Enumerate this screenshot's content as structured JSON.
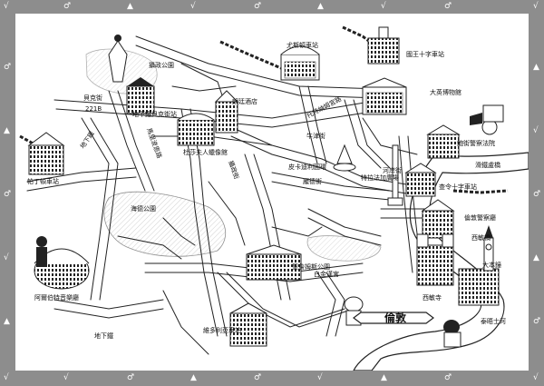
{
  "map": {
    "title": "倫敦",
    "labels": {
      "regents_park": "攝政公園",
      "euston": "尤斯頓車站",
      "kings_cross": "國王十字車站",
      "baker_street": "貝克街",
      "baker_221b": "221B",
      "baker_station": "地下鐵貝克街站",
      "langham": "朗廷酒店",
      "british_museum": "大英博物館",
      "tottenham": "托特納姆宮路",
      "marylebone": "馬里波恩路",
      "oxford": "牛津街",
      "madame_tussauds": "杜莎夫人蠟像館",
      "underground_left": "地下鐵",
      "bow_street": "鮑街警察法院",
      "waterloo_bridge": "滑鐵盧橋",
      "charing_cross": "查令十字車站",
      "piccadilly": "皮卡迪利圓環",
      "trafalgar": "特拉法加廣場",
      "strand": "河岸街",
      "regent": "攝政街",
      "bond": "龐德街",
      "paddington": "帕丁頓車站",
      "hyde_park": "海德公園",
      "scotland_yard": "倫敦警察廳",
      "westminster_bridge": "西敏橋",
      "big_ben": "大本鐘",
      "albert_hall": "阿爾伯特音樂廳",
      "st_james": "聖詹姆斯公園",
      "buckingham": "白金漢宮",
      "westminster": "西敏寺",
      "thames": "泰晤士河",
      "underground_bottom": "地下鐵",
      "victoria": "維多利亞車站"
    }
  }
}
